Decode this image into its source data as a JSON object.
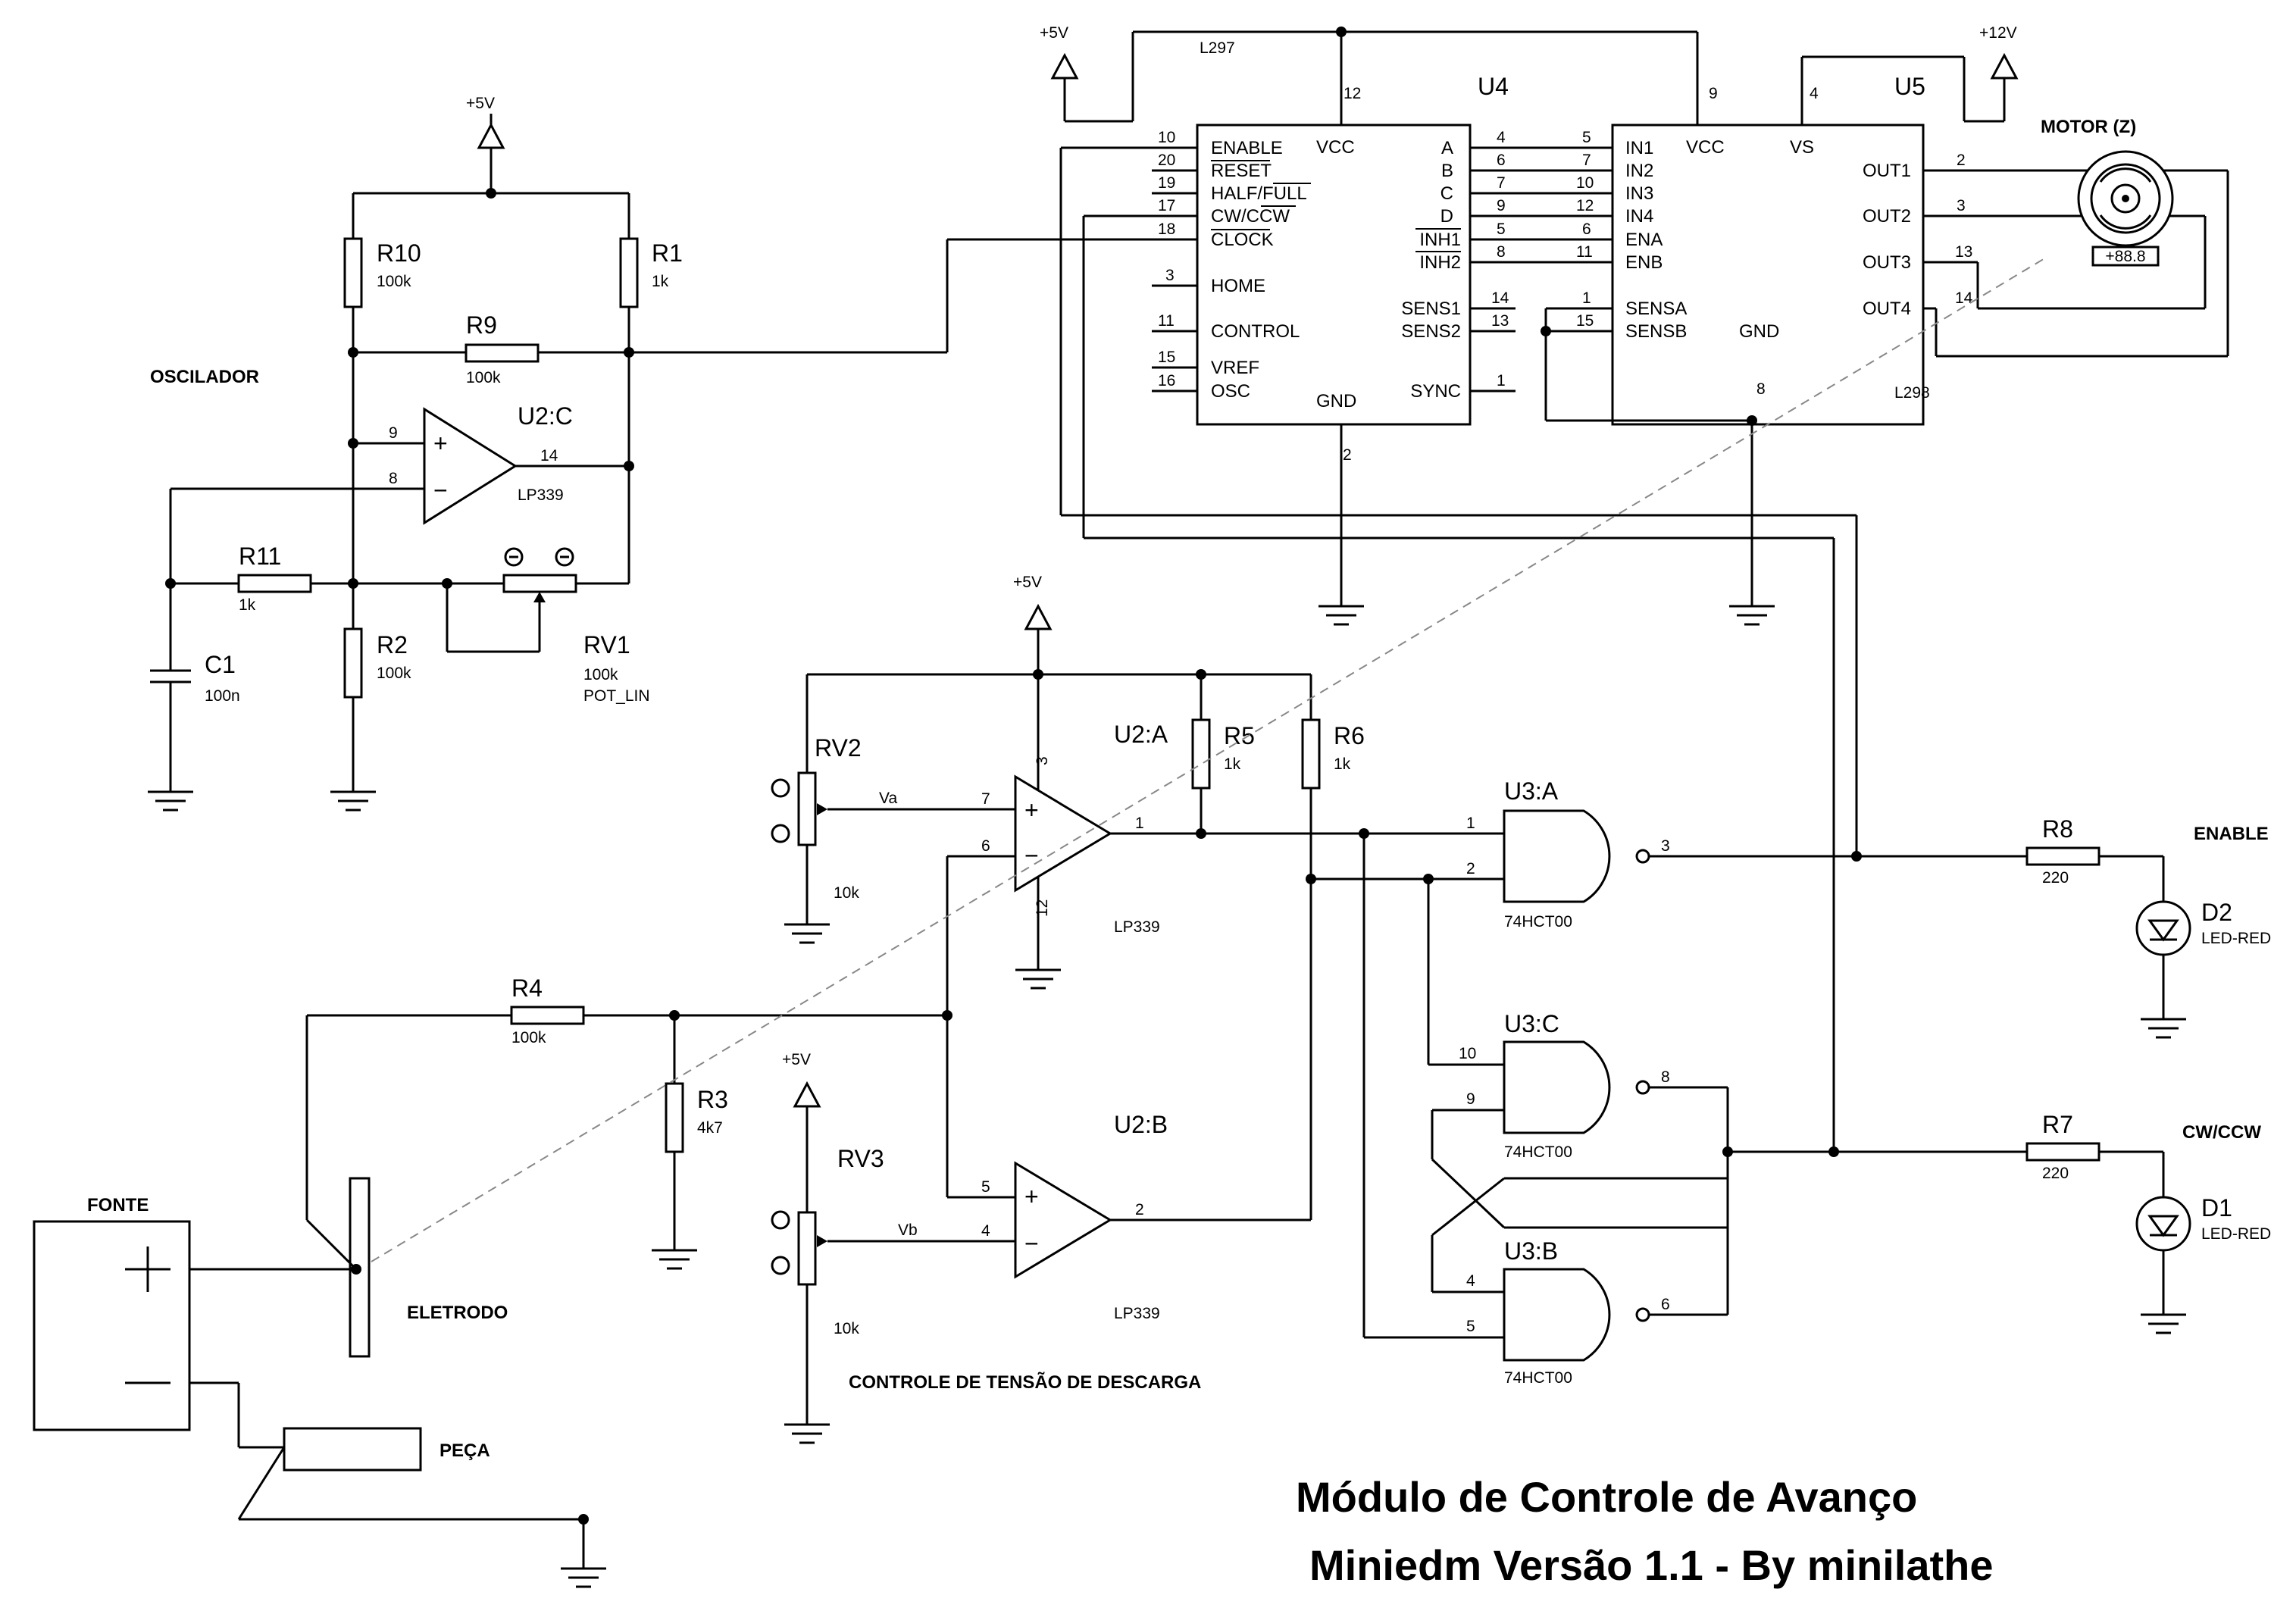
{
  "labels": {
    "oscilador": "OSCILADOR",
    "motor": "MOTOR (Z)",
    "motor_value": "+88.8",
    "fonte": "FONTE",
    "eletrodo": "ELETRODO",
    "peca": "PEÇA",
    "controle": "CONTROLE DE TENSÃO DE DESCARGA",
    "enable": "ENABLE",
    "cwccw": "CW/CCW",
    "plus": "+",
    "minus": "−"
  },
  "title": {
    "line1": "Módulo de Controle de Avanço",
    "line2": "Miniedm Versão 1.1 - By minilathe"
  },
  "supplies": {
    "p5_osc": "+5V",
    "p5_u4": "+5V",
    "p12": "+12V",
    "p5_u2a": "+5V",
    "p5_rv3": "+5V"
  },
  "u4": {
    "ref": "U4",
    "part": "L297",
    "left_pins": [
      {
        "num": "10",
        "name": "ENABLE"
      },
      {
        "num": "20",
        "name": "RESET"
      },
      {
        "num": "19",
        "name": "HALF/FULL"
      },
      {
        "num": "17",
        "name": "CW/CCW"
      },
      {
        "num": "18",
        "name": "CLOCK"
      },
      {
        "num": "3",
        "name": "HOME"
      },
      {
        "num": "11",
        "name": "CONTROL"
      },
      {
        "num": "15",
        "name": "VREF"
      },
      {
        "num": "16",
        "name": "OSC"
      }
    ],
    "right_pins": [
      {
        "num": "4",
        "name": "A"
      },
      {
        "num": "6",
        "name": "B"
      },
      {
        "num": "7",
        "name": "C"
      },
      {
        "num": "9",
        "name": "D"
      },
      {
        "num": "5",
        "name": "INH1"
      },
      {
        "num": "8",
        "name": "INH2"
      },
      {
        "num": "14",
        "name": "SENS1"
      },
      {
        "num": "13",
        "name": "SENS2"
      },
      {
        "num": "1",
        "name": "SYNC"
      }
    ],
    "vcc": "VCC",
    "vcc_pin": "12",
    "gnd": "GND",
    "gnd_pin": "2"
  },
  "u5": {
    "ref": "U5",
    "part": "L298",
    "left_pins": [
      {
        "num": "5",
        "name": "IN1"
      },
      {
        "num": "7",
        "name": "IN2"
      },
      {
        "num": "10",
        "name": "IN3"
      },
      {
        "num": "12",
        "name": "IN4"
      },
      {
        "num": "6",
        "name": "ENA"
      },
      {
        "num": "11",
        "name": "ENB"
      },
      {
        "num": "1",
        "name": "SENSA"
      },
      {
        "num": "15",
        "name": "SENSB"
      }
    ],
    "right_pins": [
      {
        "num": "2",
        "name": "OUT1"
      },
      {
        "num": "3",
        "name": "OUT2"
      },
      {
        "num": "13",
        "name": "OUT3"
      },
      {
        "num": "14",
        "name": "OUT4"
      }
    ],
    "vcc": "VCC",
    "vcc_pin": "9",
    "vs": "VS",
    "vs_pin": "4",
    "gnd": "GND",
    "gnd_pin": "8"
  },
  "resistors": {
    "r10": {
      "ref": "R10",
      "value": "100k"
    },
    "r1": {
      "ref": "R1",
      "value": "1k"
    },
    "r9": {
      "ref": "R9",
      "value": "100k"
    },
    "r11": {
      "ref": "R11",
      "value": "1k"
    },
    "r2": {
      "ref": "R2",
      "value": "100k"
    },
    "r4": {
      "ref": "R4",
      "value": "100k"
    },
    "r3": {
      "ref": "R3",
      "value": "4k7"
    },
    "r5": {
      "ref": "R5",
      "value": "1k"
    },
    "r6": {
      "ref": "R6",
      "value": "1k"
    },
    "r8": {
      "ref": "R8",
      "value": "220"
    },
    "r7": {
      "ref": "R7",
      "value": "220"
    }
  },
  "capacitor": {
    "ref": "C1",
    "value": "100n"
  },
  "pots": {
    "rv1": {
      "ref": "RV1",
      "value": "100k",
      "type": "POT_LIN"
    },
    "rv2": {
      "ref": "RV2",
      "value": "10k",
      "net": "Va"
    },
    "rv3": {
      "ref": "RV3",
      "value": "10k",
      "net": "Vb"
    }
  },
  "opamps": {
    "u2c": {
      "ref": "U2:C",
      "part": "LP339",
      "pin_plus": "9",
      "pin_minus": "8",
      "pin_out": "14"
    },
    "u2a": {
      "ref": "U2:A",
      "part": "LP339",
      "pin_plus": "7",
      "pin_minus": "6",
      "pin_out": "1",
      "pin_vcc": "3",
      "pin_gnd": "12"
    },
    "u2b": {
      "ref": "U2:B",
      "part": "LP339",
      "pin_plus": "5",
      "pin_minus": "4",
      "pin_out": "2"
    }
  },
  "gates": {
    "u3a": {
      "ref": "U3:A",
      "part": "74HCT00",
      "in1": "1",
      "in2": "2",
      "out": "3"
    },
    "u3c": {
      "ref": "U3:C",
      "part": "74HCT00",
      "in1": "10",
      "in2": "9",
      "out": "8"
    },
    "u3b": {
      "ref": "U3:B",
      "part": "74HCT00",
      "in1": "4",
      "in2": "5",
      "out": "6"
    }
  },
  "leds": {
    "d2": {
      "ref": "D2",
      "value": "LED-RED"
    },
    "d1": {
      "ref": "D1",
      "value": "LED-RED"
    }
  }
}
